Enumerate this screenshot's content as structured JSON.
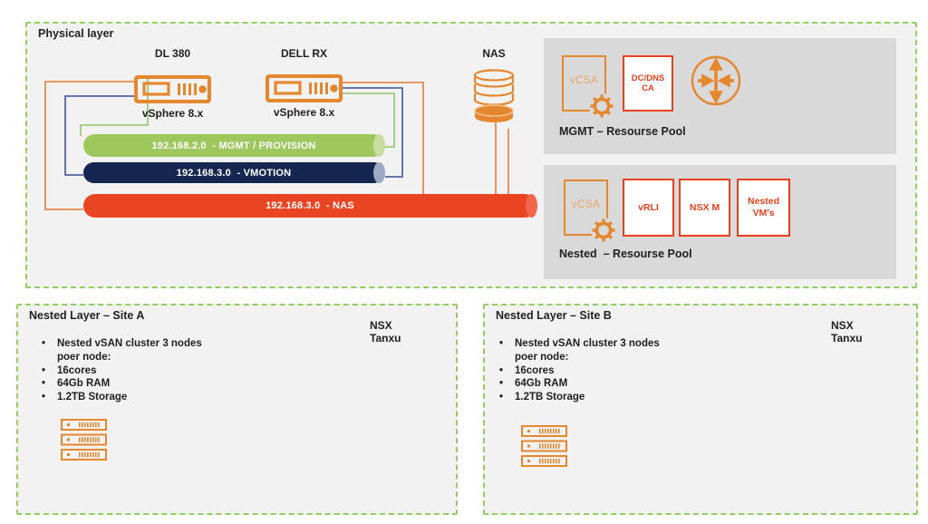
{
  "colors": {
    "accent_orange": "#E5872F",
    "accent_red": "#E8401C",
    "bar_green": "#9EC75D",
    "bar_navy": "#152750",
    "bar_red": "#EA4522",
    "dash_green": "#94CE62",
    "panel_light": "#F2F2F2",
    "panel_gray": "#D9D9D9"
  },
  "physical": {
    "title": "Physical layer",
    "hosts": [
      {
        "name": "DL 380",
        "platform": "vSphere 8.x"
      },
      {
        "name": "DELL RX",
        "platform": "vSphere 8.x"
      }
    ],
    "nas": {
      "label": "NAS"
    },
    "networks": [
      {
        "label": "192.168.2.0  - MGMT / PROVISION"
      },
      {
        "label": "192.168.3.0  - VMOTION"
      },
      {
        "label": "192.168.3.0  - NAS"
      }
    ],
    "pools": [
      {
        "title": "MGMT – Resourse Pool",
        "vcsa_label": "vCSA",
        "boxes": [
          {
            "lines": [
              "DC/DNS",
              "CA"
            ]
          }
        ]
      },
      {
        "title": "Nested  – Resourse Pool",
        "vcsa_label": "vCSA",
        "boxes": [
          {
            "lines": [
              "vRLI"
            ]
          },
          {
            "lines": [
              "NSX M"
            ]
          },
          {
            "lines": [
              "Nested",
              "VM's"
            ]
          }
        ]
      }
    ]
  },
  "sites": [
    {
      "title": "Nested Layer – Site A",
      "nsx_lines": [
        "NSX",
        "Tanxu"
      ],
      "bullets": [
        {
          "text": "Nested vSAN cluster 3 nodes",
          "cont": "poer node:"
        },
        {
          "text": "16cores"
        },
        {
          "text": "64Gb RAM"
        },
        {
          "text": "1.2TB Storage"
        }
      ]
    },
    {
      "title": "Nested Layer – Site B",
      "nsx_lines": [
        "NSX",
        "Tanxu"
      ],
      "bullets": [
        {
          "text": "Nested vSAN cluster 3 nodes",
          "cont": "poer node:"
        },
        {
          "text": "16cores"
        },
        {
          "text": "64Gb RAM"
        },
        {
          "text": "1.2TB Storage"
        }
      ]
    }
  ]
}
